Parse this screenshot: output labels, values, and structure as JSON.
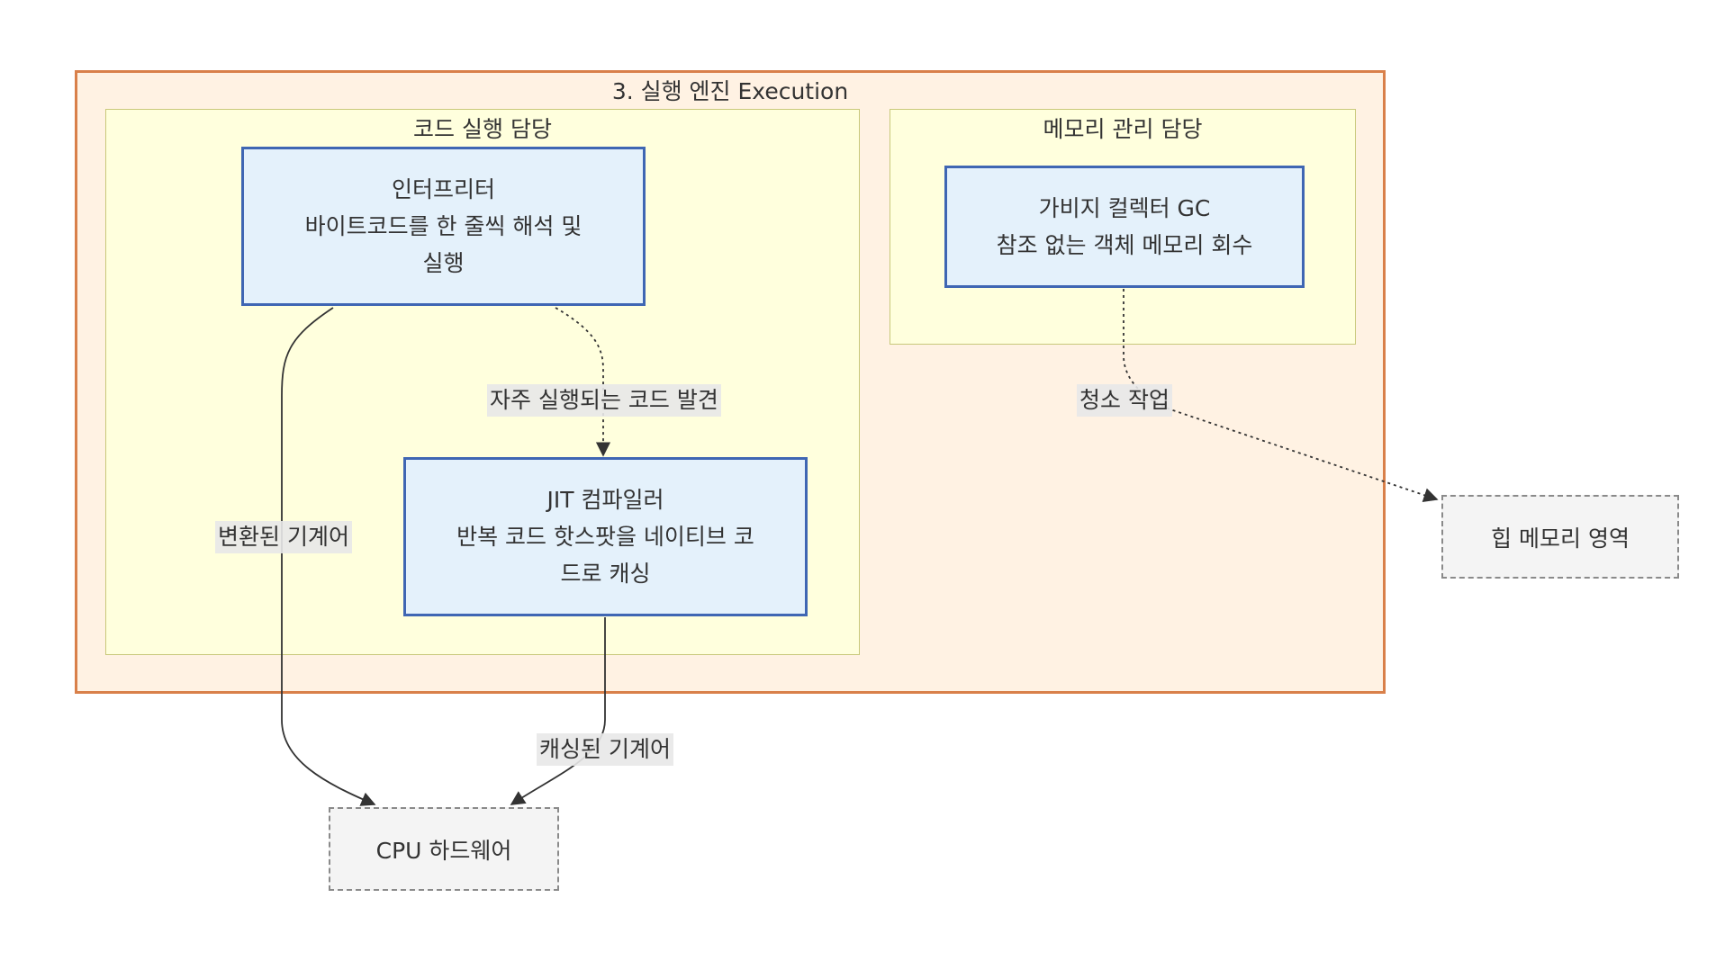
{
  "groups": {
    "outer_title": "3. 실행 엔진 Execution",
    "code_title": "코드 실행 담당",
    "memory_title": "메모리 관리 담당"
  },
  "nodes": {
    "interpreter": "인터프리터\n바이트코드를 한 줄씩 해석 및\n실행",
    "jit": "JIT 컴파일러\n반복 코드 핫스팟을 네이티브 코\n드로 캐싱",
    "gc": "가비지 컬렉터 GC\n참조 없는 객체 메모리 회수",
    "cpu": "CPU 하드웨어",
    "heap": "힙 메모리 영역"
  },
  "edges": {
    "frequent_code": "자주 실행되는 코드 발견",
    "converted_machine_code": "변환된 기계어",
    "cached_machine_code": "캐싱된 기계어",
    "cleanup": "청소 작업"
  },
  "colors": {
    "outer_fill": "#fff2e3",
    "outer_border": "#d9804a",
    "group_fill": "#ffffdd",
    "node_fill": "#e4f1fb",
    "node_border": "#3f66b3",
    "external_fill": "#f4f4f4",
    "edge": "#333333"
  }
}
